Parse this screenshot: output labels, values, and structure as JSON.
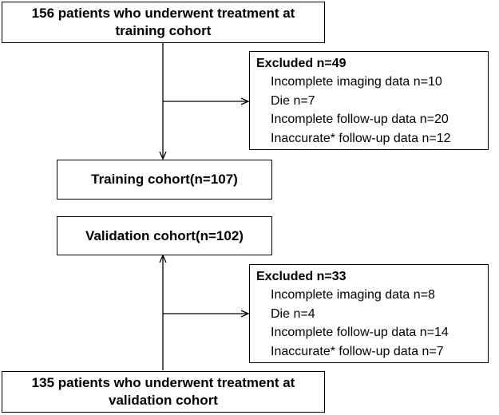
{
  "top_box": {
    "line1": "156 patients who underwent treatment at",
    "line2": "training cohort"
  },
  "excluded_training": {
    "title": "Excluded n=49",
    "items": [
      "Incomplete imaging data n=10",
      "Die n=7",
      "Incomplete follow-up  data n=20",
      "Inaccurate* follow-up  data n=12"
    ]
  },
  "training_cohort": {
    "label": "Training cohort(n=107)"
  },
  "validation_cohort": {
    "label": "Validation cohort(n=102)"
  },
  "excluded_validation": {
    "title": "Excluded n=33",
    "items": [
      "Incomplete imaging data n=8",
      "Die n=4",
      "Incomplete follow-up  data n=14",
      "Inaccurate* follow-up  data n=7"
    ]
  },
  "bottom_box": {
    "line1": "135 patients who underwent treatment at",
    "line2": "validation cohort"
  }
}
